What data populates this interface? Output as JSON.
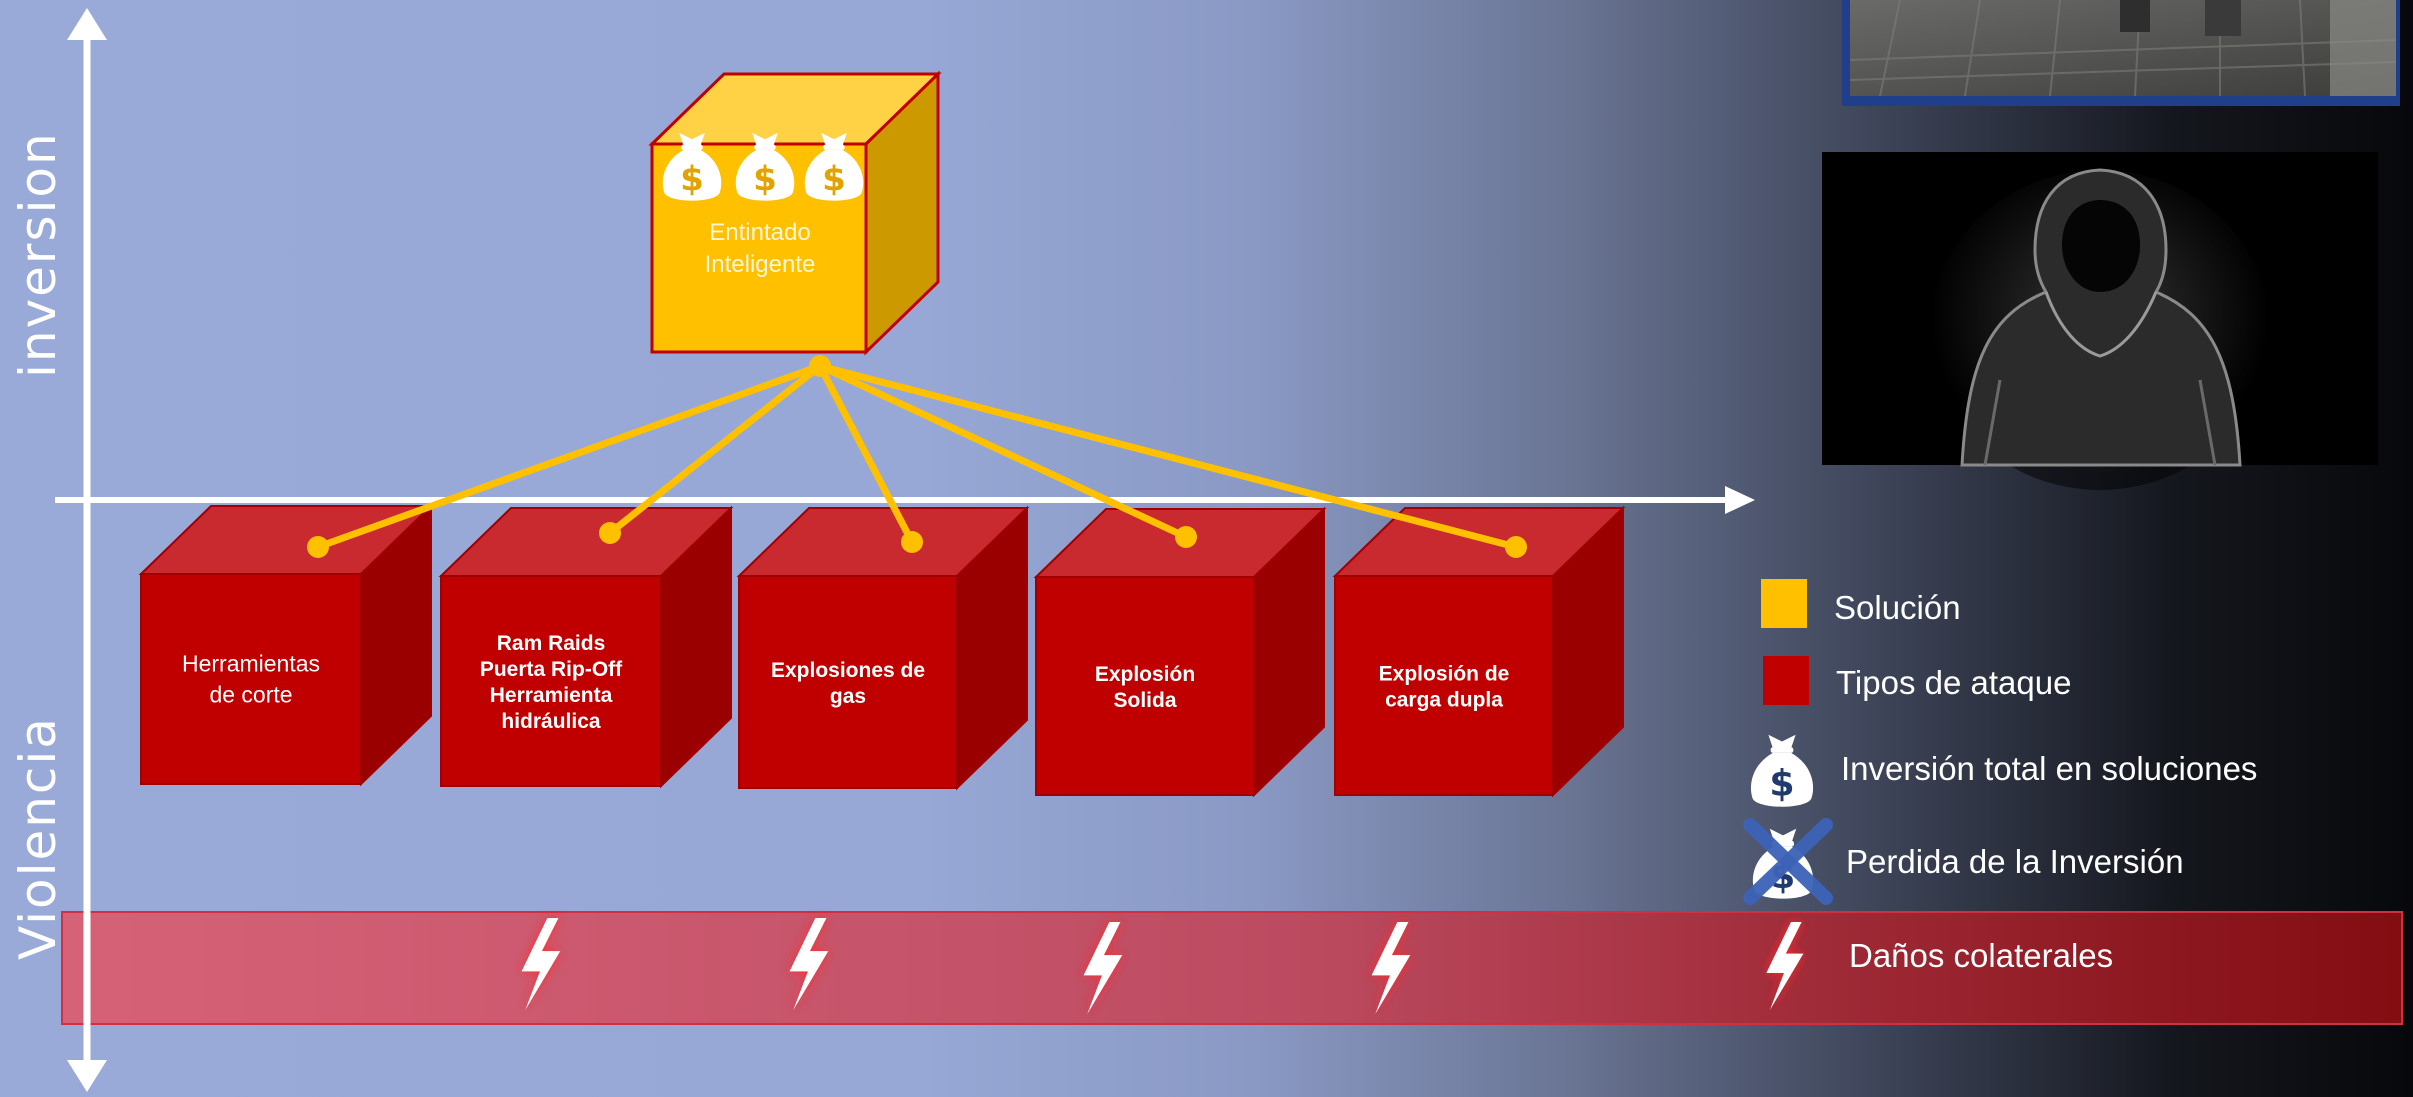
{
  "axes": {
    "y_label_top": "inversion",
    "y_label_bottom": "Violencia"
  },
  "solution": {
    "line1": "Entintado",
    "line2": "Inteligente",
    "color": "#FFC000"
  },
  "attacks": [
    {
      "lines": [
        "Herramientas",
        "de corte"
      ],
      "bold": false
    },
    {
      "lines": [
        "Ram Raids",
        "Puerta Rip-Off",
        "Herramienta",
        "hidráulica"
      ],
      "bold": true
    },
    {
      "lines": [
        "Explosiones de",
        "gas"
      ],
      "bold": true
    },
    {
      "lines": [
        "Explosión",
        "Solida"
      ],
      "bold": true
    },
    {
      "lines": [
        "Explosión  de",
        "carga dupla"
      ],
      "bold": true
    }
  ],
  "attack_color": "#C00000",
  "legend": {
    "solution": "Solución",
    "attack_types": "Tipos de ataque",
    "investment": "Inversión total en soluciones",
    "loss": "Perdida de la Inversión",
    "collateral": "Daños colaterales"
  },
  "icons": {
    "money": "money-bag-icon",
    "bolt": "lightning-bolt-icon",
    "cross": "cross-mark-icon"
  },
  "photos": {
    "top": "surveillance-photo",
    "bottom": "hooded-figure-photo"
  }
}
